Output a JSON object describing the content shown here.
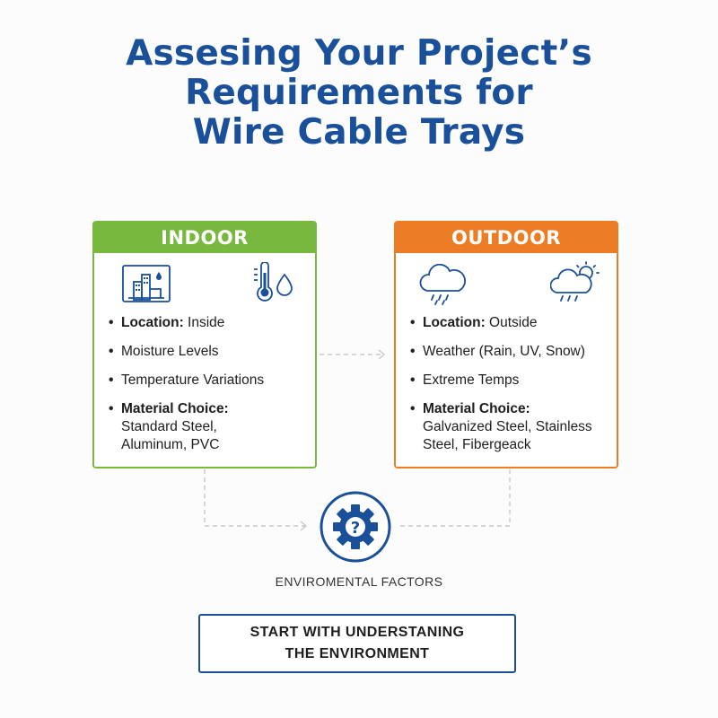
{
  "title": {
    "line1": "Assesing Your Project’s",
    "line2": "Requirements for",
    "line3": "Wire Cable Trays"
  },
  "indoor": {
    "header": "INDOOR",
    "accent": "#79b83f",
    "icons": [
      "building-icon",
      "thermometer-droplet-icon"
    ],
    "items": [
      {
        "label": "Location:",
        "text": " Inside"
      },
      {
        "label": "",
        "text": "Moisture Levels"
      },
      {
        "label": "",
        "text": "Temperature Variations"
      },
      {
        "label": "Material Choice:",
        "text": "Standard Steel, Aluminum, PVC"
      }
    ]
  },
  "outdoor": {
    "header": "OUTDOOR",
    "accent": "#ec7d24",
    "icons": [
      "rain-cloud-icon",
      "sun-rain-cloud-icon"
    ],
    "items": [
      {
        "label": "Location:",
        "text": " Outside"
      },
      {
        "label": "",
        "text": "Weather (Rain, UV, Snow)"
      },
      {
        "label": "",
        "text": "Extreme Temps"
      },
      {
        "label": "Material Choice:",
        "text": "Galvanized Steel, Stainless Steel, Fibergeack"
      }
    ]
  },
  "center": {
    "icon": "gear-question-icon",
    "label": "ENVIROMENTAL FACTORS"
  },
  "cta": {
    "line1": "START WITH UNDERSTANING",
    "line2": "THE ENVIRONMENT"
  },
  "colors": {
    "title": "#1a4f9a",
    "connector": "#c9c9c9"
  }
}
